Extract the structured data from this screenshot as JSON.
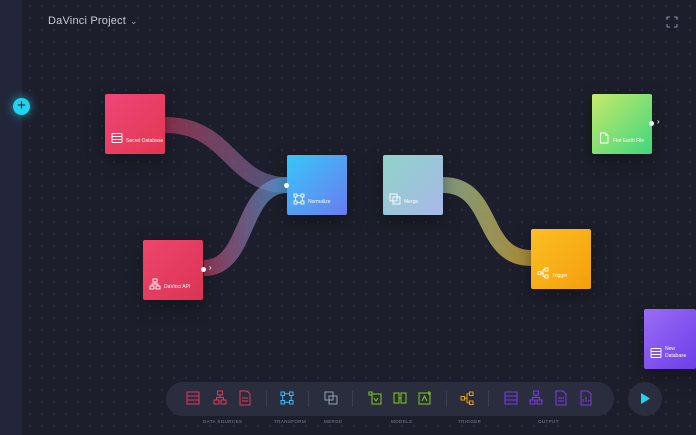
{
  "project": {
    "title": "DaVinci Project"
  },
  "nodes": {
    "secret_database": {
      "label": "Secret Database"
    },
    "davinci_api": {
      "label": "DaVinci API"
    },
    "normalize": {
      "label": "Normalize"
    },
    "merge": {
      "label": "Merge"
    },
    "trigger": {
      "label": "Trigger"
    },
    "flat_earth_file": {
      "label": "Flat Earth File"
    },
    "new_database": {
      "label": "New Database"
    }
  },
  "toolbar": {
    "categories": [
      "DATA SOURCES",
      "TRANSFORM",
      "MERGE",
      "MODELS",
      "TRIGGER",
      "OUTPUT"
    ]
  },
  "colors": {
    "background": "#1c1e2b",
    "accent": "#22d3ee",
    "data_sources": "#e0385a",
    "transform": "#38bdf8",
    "merge": "#94a3b8",
    "models": "#84cc16",
    "trigger": "#f59e0b",
    "output": "#7c3aed"
  }
}
